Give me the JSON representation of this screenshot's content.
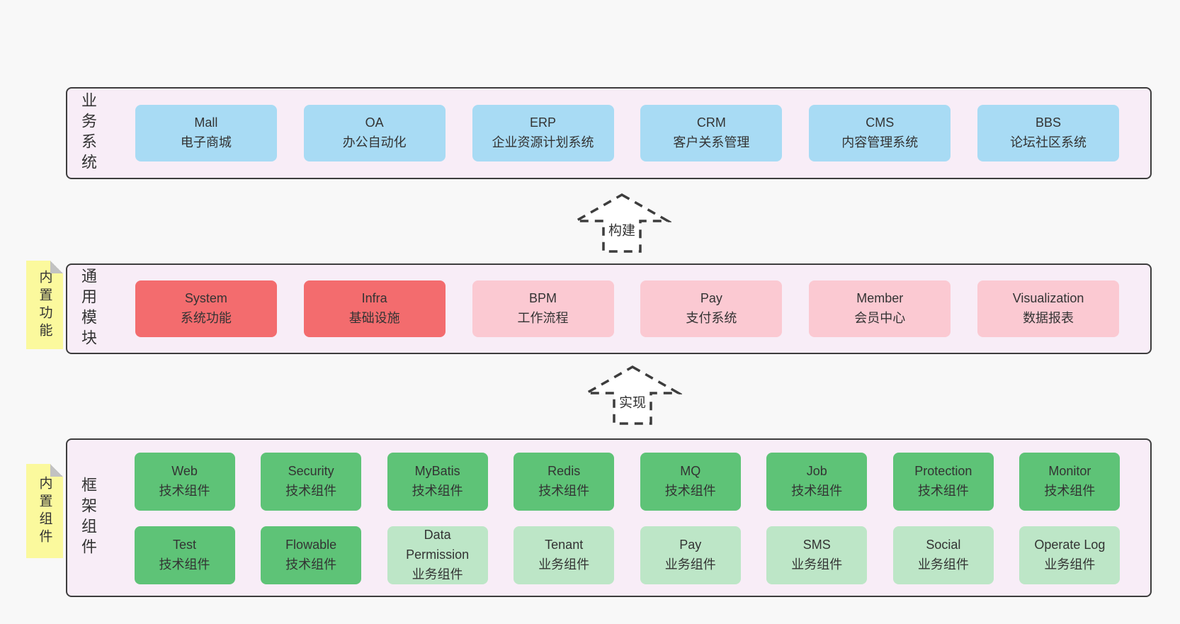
{
  "palette": {
    "page": "#f8f8f8",
    "layerBg": "#f8edf7",
    "border": "#3d3d3d",
    "text": "#333333",
    "blue": "#a8dbf4",
    "red": "#f36c6e",
    "pink": "#fbc9d2",
    "green": "#5ec377",
    "greenLight": "#bde6c7",
    "yellow": "#fbf99d",
    "fold": "#c2c2c2",
    "arrowFill": "#ffffff"
  },
  "arrows": [
    {
      "label": "构建"
    },
    {
      "label": "实现"
    }
  ],
  "layers": [
    {
      "id": "business-systems",
      "label": "业务系统",
      "items": [
        {
          "name": "Mall",
          "desc": "电子商城",
          "variant": "blue"
        },
        {
          "name": "OA",
          "desc": "办公自动化",
          "variant": "blue"
        },
        {
          "name": "ERP",
          "desc": "企业资源计划系统",
          "variant": "blue"
        },
        {
          "name": "CRM",
          "desc": "客户关系管理",
          "variant": "blue"
        },
        {
          "name": "CMS",
          "desc": "内容管理系统",
          "variant": "blue"
        },
        {
          "name": "BBS",
          "desc": "论坛社区系统",
          "variant": "blue"
        }
      ]
    },
    {
      "id": "common-modules",
      "label": "通用模块",
      "note": "内置功能",
      "items": [
        {
          "name": "System",
          "desc": "系统功能",
          "variant": "red"
        },
        {
          "name": "Infra",
          "desc": "基础设施",
          "variant": "red"
        },
        {
          "name": "BPM",
          "desc": "工作流程",
          "variant": "pink"
        },
        {
          "name": "Pay",
          "desc": "支付系统",
          "variant": "pink"
        },
        {
          "name": "Member",
          "desc": "会员中心",
          "variant": "pink"
        },
        {
          "name": "Visualization",
          "desc": "数据报表",
          "variant": "pink"
        }
      ]
    },
    {
      "id": "framework-components",
      "label": "框架组件",
      "note": "内置组件",
      "rows": [
        [
          {
            "name": "Web",
            "desc": "技术组件",
            "variant": "green"
          },
          {
            "name": "Security",
            "desc": "技术组件",
            "variant": "green"
          },
          {
            "name": "MyBatis",
            "desc": "技术组件",
            "variant": "green"
          },
          {
            "name": "Redis",
            "desc": "技术组件",
            "variant": "green"
          },
          {
            "name": "MQ",
            "desc": "技术组件",
            "variant": "green"
          },
          {
            "name": "Job",
            "desc": "技术组件",
            "variant": "green"
          },
          {
            "name": "Protection",
            "desc": "技术组件",
            "variant": "green"
          },
          {
            "name": "Monitor",
            "desc": "技术组件",
            "variant": "green"
          }
        ],
        [
          {
            "name": "Test",
            "desc": "技术组件",
            "variant": "green"
          },
          {
            "name": "Flowable",
            "desc": "技术组件",
            "variant": "green"
          },
          {
            "name": "Data Permission",
            "desc": "业务组件",
            "variant": "green-light"
          },
          {
            "name": "Tenant",
            "desc": "业务组件",
            "variant": "green-light"
          },
          {
            "name": "Pay",
            "desc": "业务组件",
            "variant": "green-light"
          },
          {
            "name": "SMS",
            "desc": "业务组件",
            "variant": "green-light"
          },
          {
            "name": "Social",
            "desc": "业务组件",
            "variant": "green-light"
          },
          {
            "name": "Operate Log",
            "desc": "业务组件",
            "variant": "green-light"
          }
        ]
      ]
    }
  ]
}
